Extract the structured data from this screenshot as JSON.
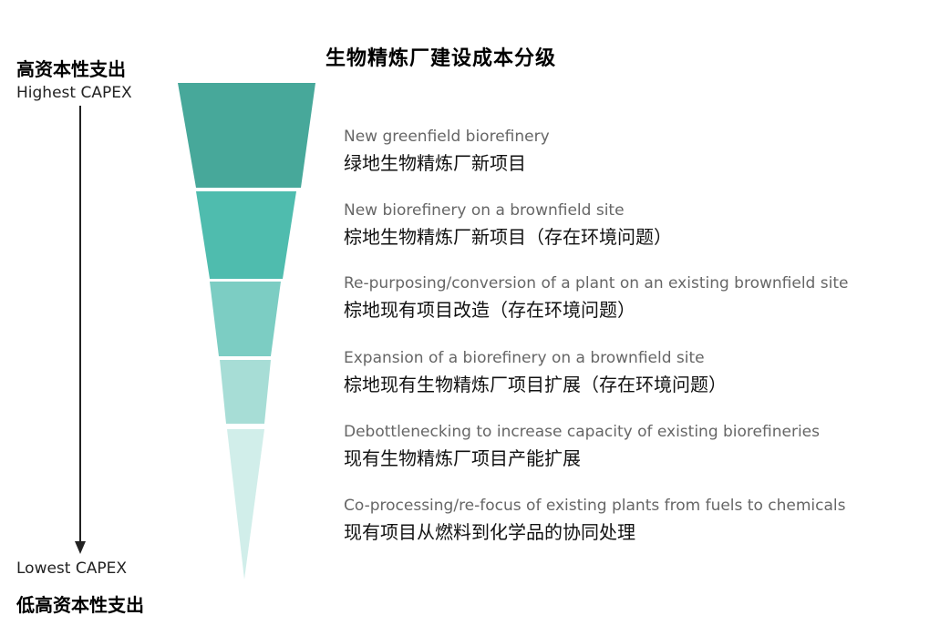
{
  "title": "生物精炼厂建设成本分级",
  "scale": {
    "top_cn": "高资本性支出",
    "top_en": "Highest CAPEX",
    "bottom_en": "Lowest CAPEX",
    "bottom_cn": "低高资本性支出"
  },
  "tiers": [
    {
      "en": "New greenfield biorefinery",
      "cn": "绿地生物精炼厂新项目",
      "color": "#47a89a"
    },
    {
      "en": "New biorefinery on a brownfield site",
      "cn": "棕地生物精炼厂新项目（存在环境问题）",
      "color": "#4fbcae"
    },
    {
      "en": "Re-purposing/conversion of a plant on an existing brownfield site",
      "cn": "棕地现有项目改造（存在环境问题）",
      "color": "#7ccdc3"
    },
    {
      "en": "Expansion of a biorefinery on a brownfield site",
      "cn": "棕地现有生物精炼厂项目扩展（存在环境问题）",
      "color": "#a7ddd6"
    },
    {
      "en": "Debottlenecking to increase capacity of existing biorefineries",
      "cn": "现有生物精炼厂项目产能扩展",
      "color": "#d1eeea"
    },
    {
      "en": "Co-processing/re-focus of existing plants from fuels to chemicals",
      "cn": "现有项目从燃料到化学品的协同处理",
      "color": "#d1eeea"
    }
  ]
}
